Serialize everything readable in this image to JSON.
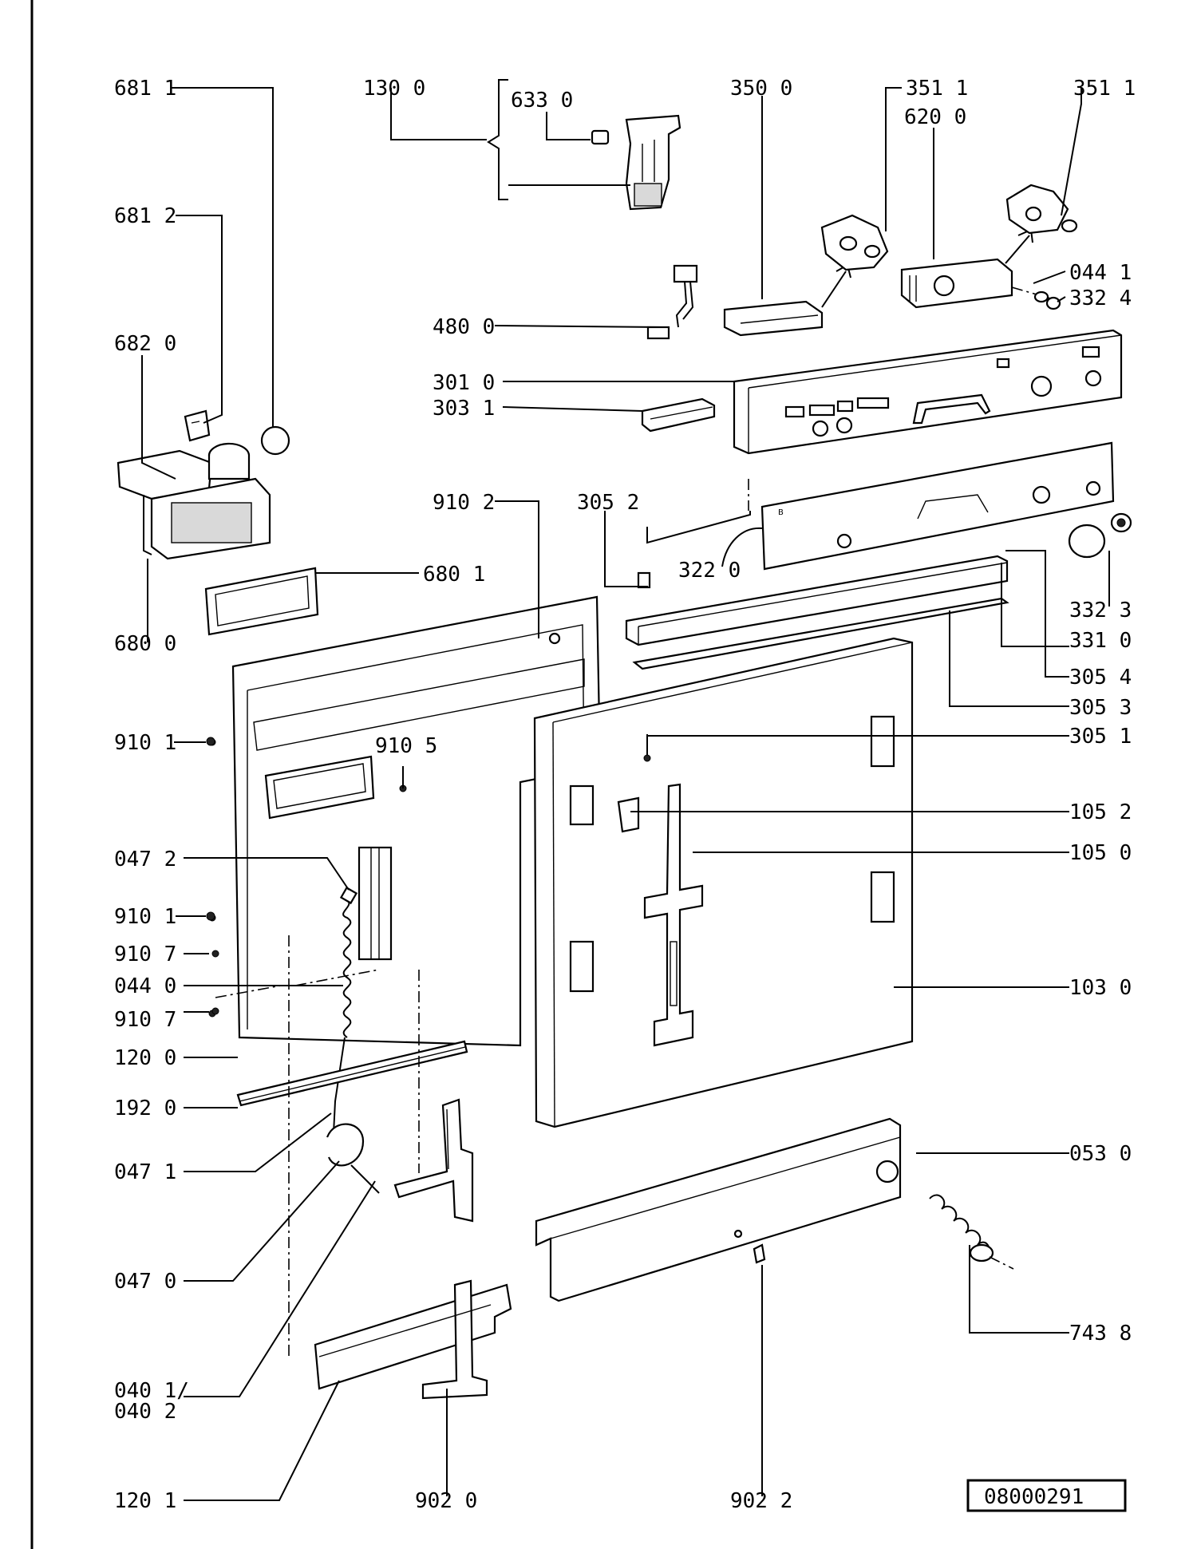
{
  "labels": {
    "l681_1": "681 1",
    "l130_0": "130 0",
    "l633_0": "633 0",
    "l350_0": "350 0",
    "l351_1a": "351 1",
    "l620_0": "620 0",
    "l351_1b": "351 1",
    "l681_2": "681 2",
    "l044_1": "044 1",
    "l332_4": "332 4",
    "l682_0": "682 0",
    "l480_0": "480 0",
    "l301_0": "301 0",
    "l303_1": "303 1",
    "l910_2": "910 2",
    "l305_2": "305 2",
    "l322_0": "322 0",
    "l680_1": "680 1",
    "l332_3": "332 3",
    "l680_0": "680 0",
    "l331_0": "331 0",
    "l305_4": "305 4",
    "l305_3": "305 3",
    "l910_1a": "910 1",
    "l910_5": "910 5",
    "l305_1": "305 1",
    "l105_2": "105 2",
    "l047_2": "047 2",
    "l105_0": "105 0",
    "l910_1b": "910 1",
    "l910_7a": "910 7",
    "l044_0": "044 0",
    "l103_0": "103 0",
    "l910_7b": "910 7",
    "l120_0": "120 0",
    "l192_0": "192 0",
    "l047_1": "047 1",
    "l053_0": "053 0",
    "l047_0": "047 0",
    "l743_8": "743 8",
    "l040_1": "040 1/",
    "l040_2": "040 2",
    "l120_1": "120 1",
    "l902_0": "902 0",
    "l902_2": "902 2"
  },
  "drawing_number": "08000291"
}
